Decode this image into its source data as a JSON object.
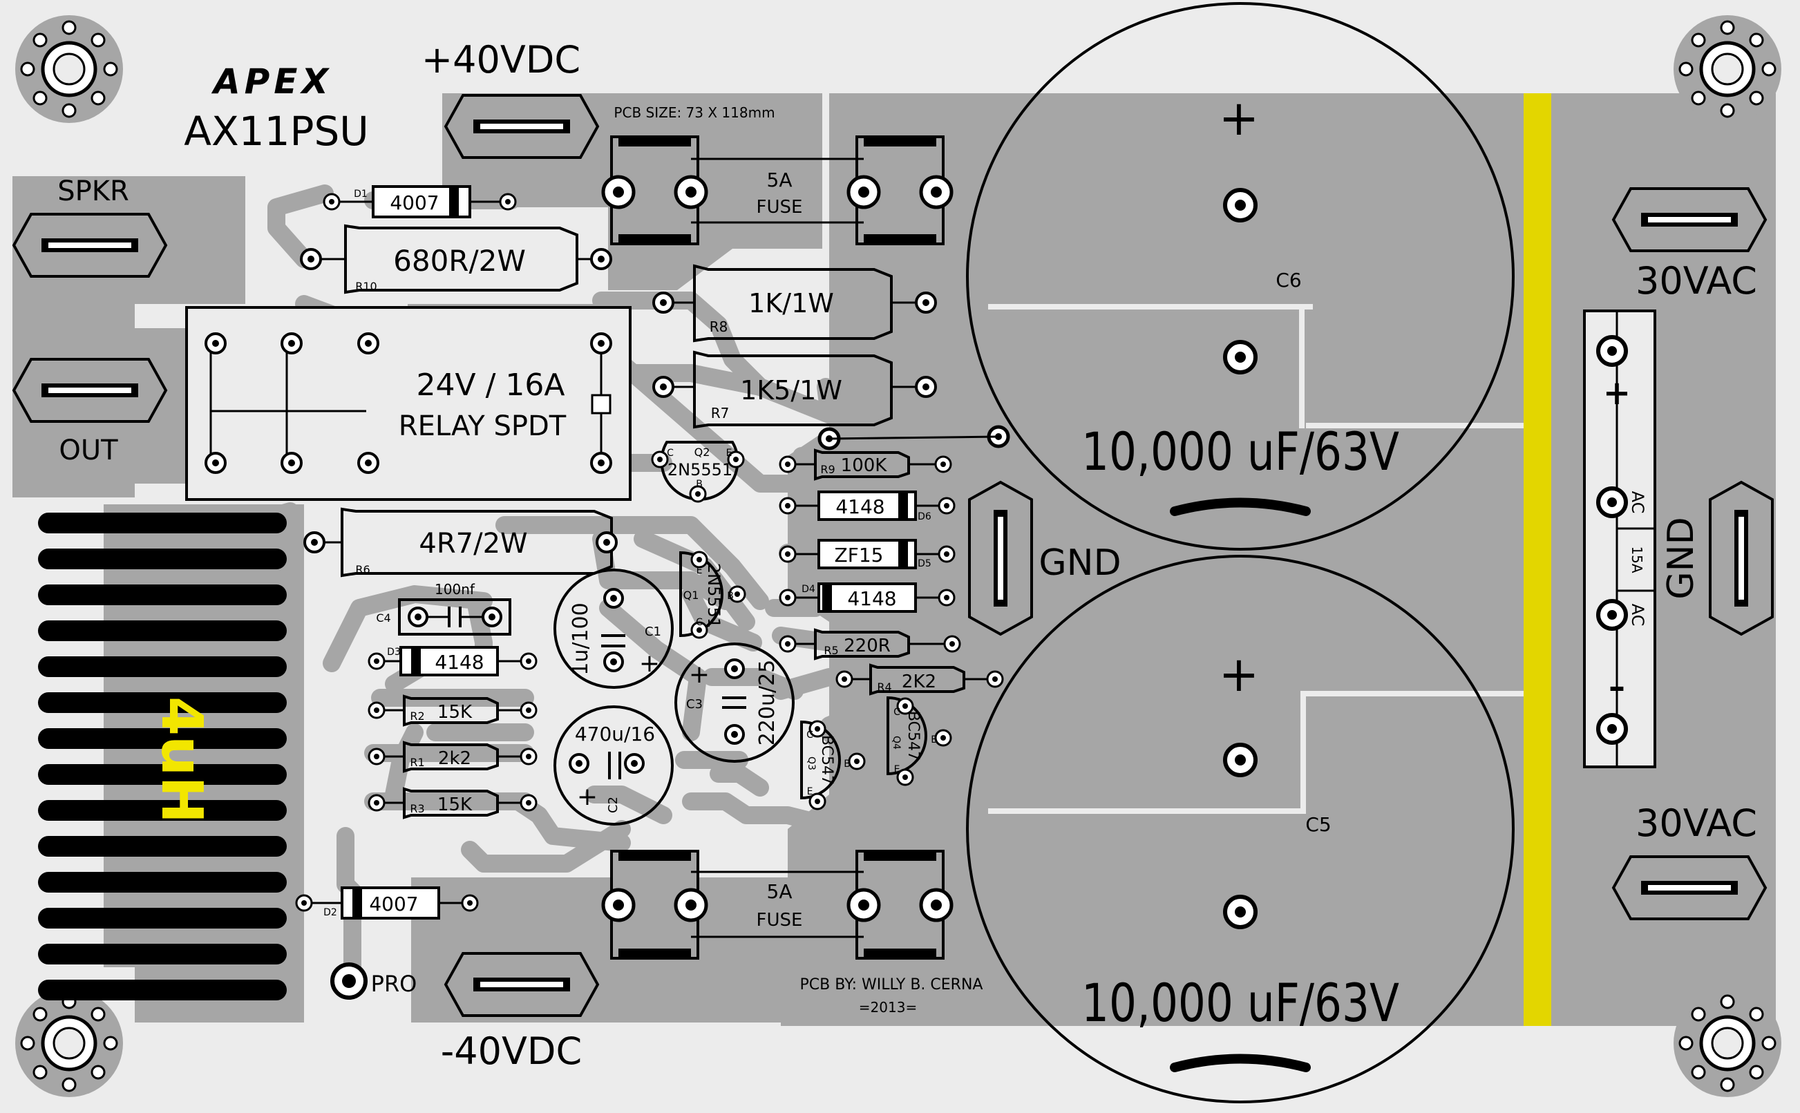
{
  "board": {
    "title_logo": "APEX",
    "title": "AX11PSU",
    "pcb_size": "PCB SIZE: 73 X 118mm",
    "credit_line1": "PCB BY: WILLY B. CERNA",
    "credit_line2": "=2013="
  },
  "colors": {
    "background": "#ececec",
    "copper": "#a6a6a6",
    "silkscreen": "#000000",
    "yellow_bar": "#e3d600",
    "inductor_label": "#f2e600"
  },
  "connectors": {
    "pos_supply": "+40VDC",
    "neg_supply": "-40VDC",
    "speaker": "SPKR",
    "out": "OUT",
    "ac_top": "30VAC",
    "ac_bottom": "30VAC",
    "gnd_center": "GND",
    "gnd_right": "GND",
    "pro": "PRO"
  },
  "capacitors": {
    "c6_ref": "C6",
    "c5_ref": "C5",
    "c6_value": "10,000 uF/63V",
    "c5_value": "10,000 uF/63V",
    "plus": "+",
    "c1_ref": "C1",
    "c1_value": "1u/100",
    "c2_ref": "C2",
    "c2_value": "470u/16",
    "c3_ref": "C3",
    "c3_value": "220u/25",
    "c4_ref": "C4",
    "c4_value": "100nf"
  },
  "fuses": {
    "rating": "5A",
    "label": "FUSE"
  },
  "relay": {
    "line1": "24V / 16A",
    "line2": "RELAY SPDT"
  },
  "inductor": {
    "value": "4uH"
  },
  "bridge": {
    "plus": "+",
    "minus": "–",
    "ac1": "AC",
    "ac2": "AC",
    "rating": "15A"
  },
  "resistors": {
    "r10_value": "680R/2W",
    "r10_ref": "R10",
    "r8_value": "1K/1W",
    "r8_ref": "R8",
    "r7_value": "1K5/1W",
    "r7_ref": "R7",
    "r9_value": "100K",
    "r9_ref": "R9",
    "r6_value": "4R7/2W",
    "r6_ref": "R6",
    "r5_value": "220R",
    "r5_ref": "R5",
    "r4_value": "2K2",
    "r4_ref": "R4",
    "r2_value": "15K",
    "r2_ref": "R2",
    "r1_value": "2k2",
    "r1_ref": "R1",
    "r3_value": "15K",
    "r3_ref": "R3"
  },
  "diodes": {
    "d1_value": "4007",
    "d1_ref": "D1",
    "d2_value": "4007",
    "d2_ref": "D2",
    "d3_value": "4148",
    "d3_ref": "D3",
    "d4_value": "4148",
    "d4_ref": "D4",
    "d5_value": "ZF15",
    "d5_ref": "D5",
    "d6_value": "4148",
    "d6_ref": "D6"
  },
  "transistors": {
    "q1_value": "2N5551",
    "q1_ref": "Q1",
    "q2_value": "2N5551",
    "q2_ref": "Q2",
    "q3_value": "BC547",
    "q3_ref": "Q3",
    "q4_value": "BC547",
    "q4_ref": "Q4",
    "pin_c": "C",
    "pin_b": "B",
    "pin_e": "E"
  }
}
